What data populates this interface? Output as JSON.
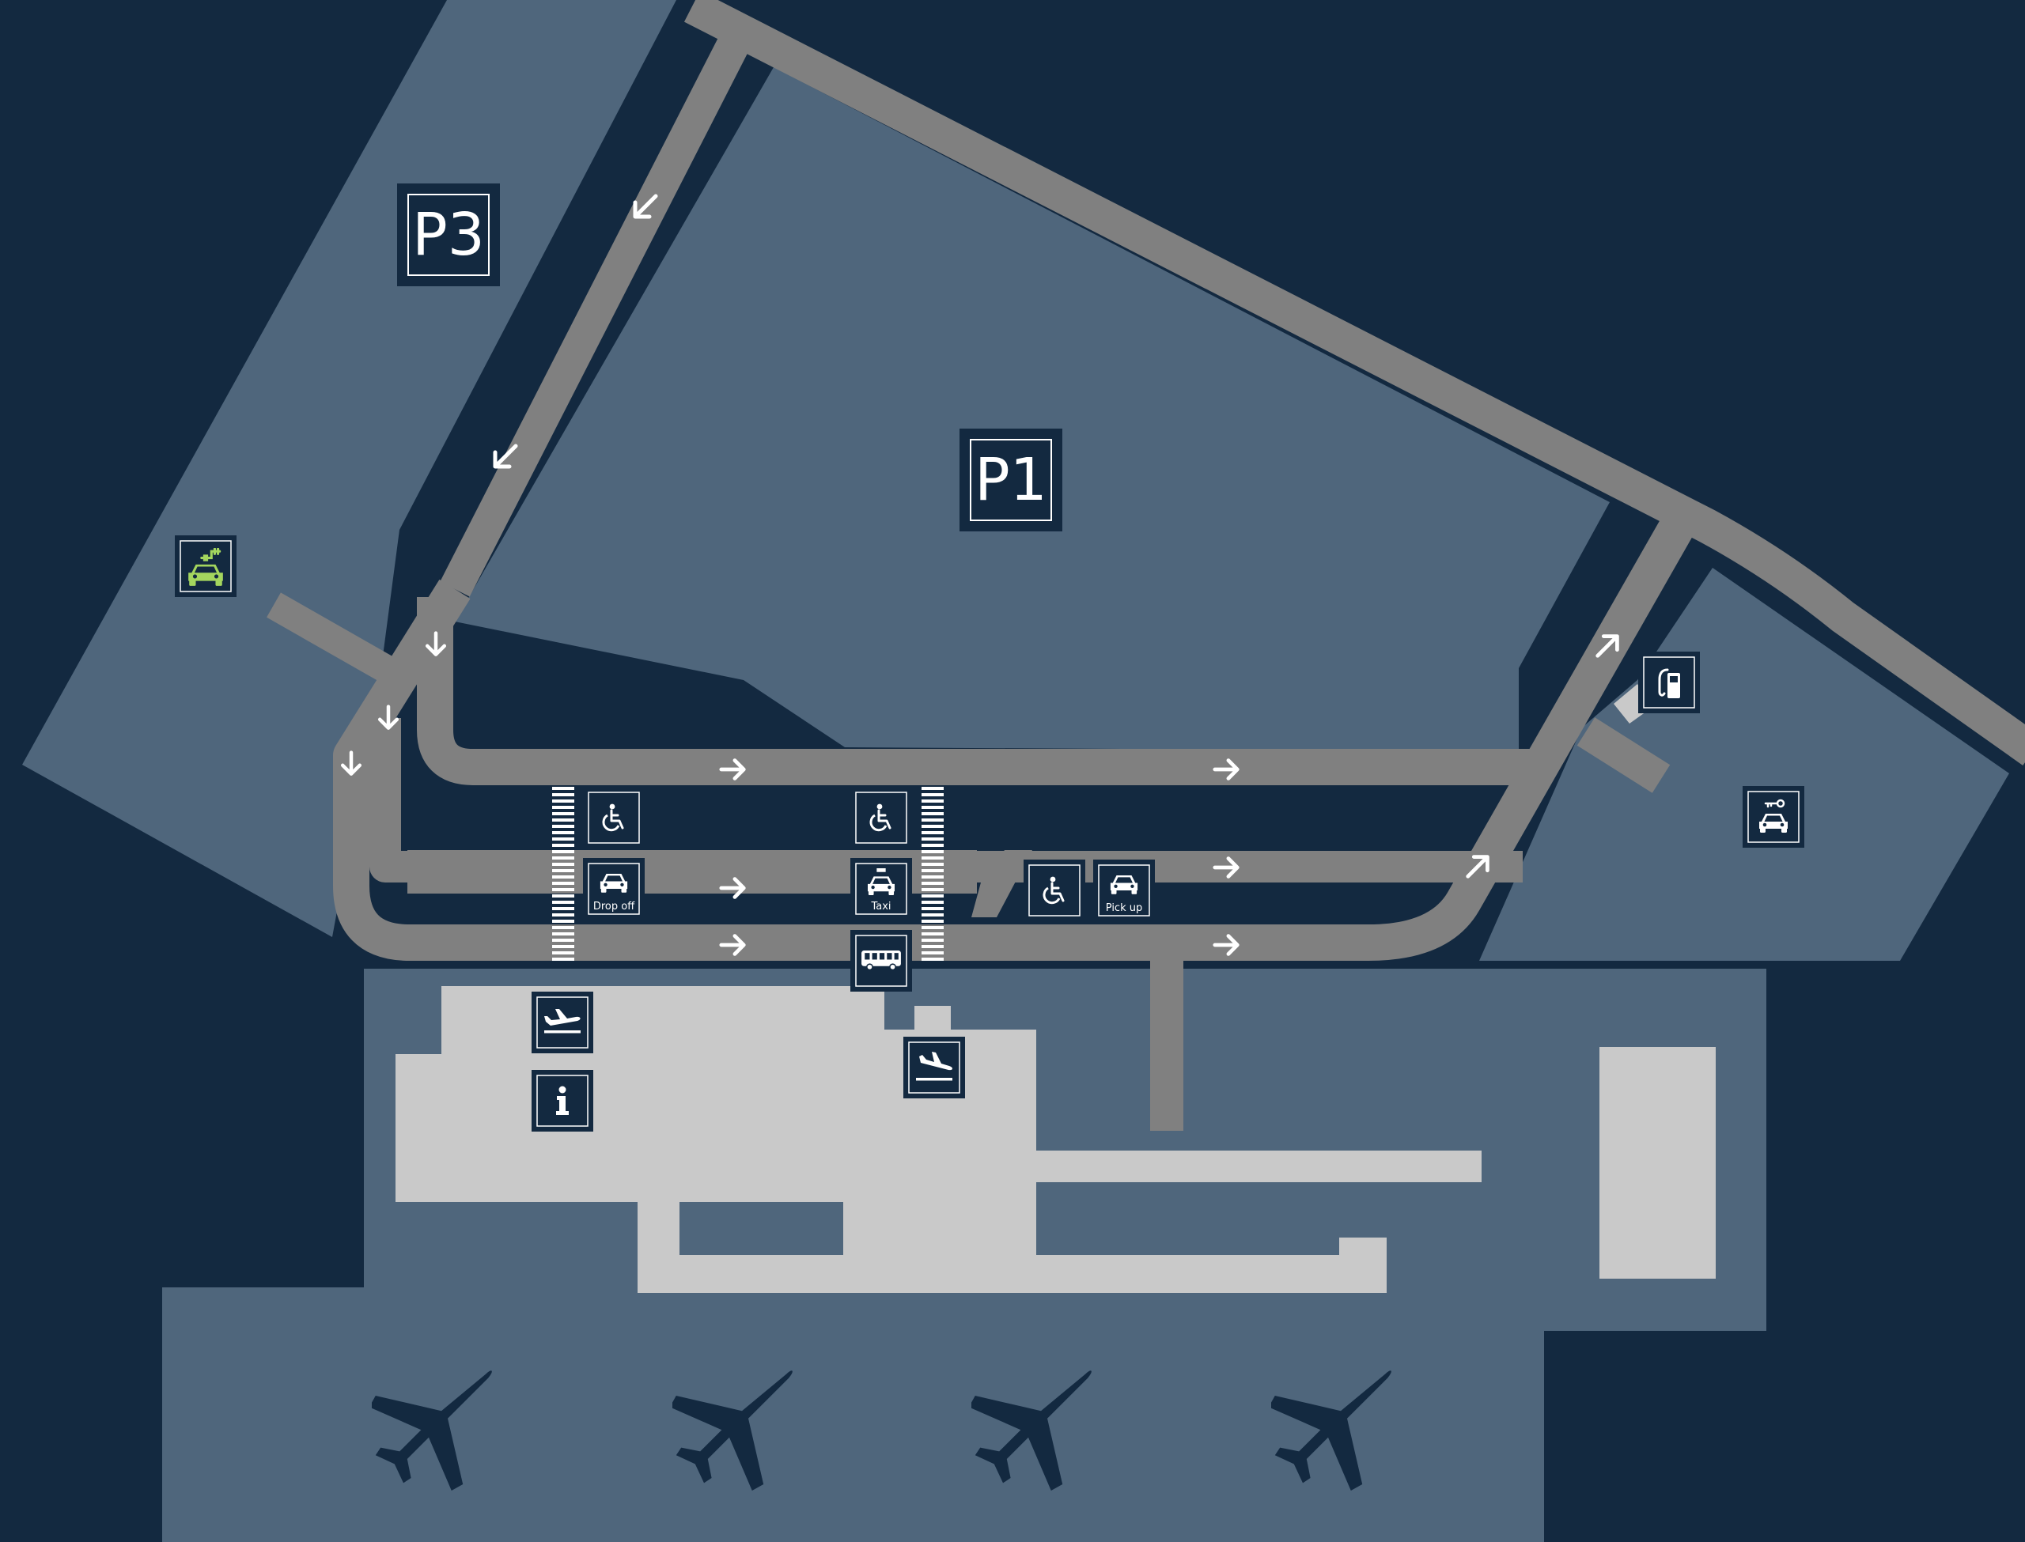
{
  "map": {
    "parking_labels": {
      "p3": "P3",
      "p1": "P1"
    },
    "captions": {
      "drop_off": "Drop off",
      "taxi": "Taxi",
      "pick_up": "Pick up"
    }
  },
  "icons": [
    "ev-charging-icon",
    "wheelchair-icon",
    "car-icon",
    "taxi-icon",
    "bus-icon",
    "departures-icon",
    "arrivals-icon",
    "information-icon",
    "fuel-pump-icon",
    "car-rental-icon",
    "airplane-icon",
    "direction-arrow-icon",
    "crosswalk"
  ],
  "colors": {
    "background": "#132940",
    "zone": "#4f667c",
    "road": "#808080",
    "terminal": "#c9c9c9",
    "sign": "#132940",
    "sign_outline": "#ffffff",
    "ev_accent": "#a4d65e",
    "airplane": "#132940"
  }
}
